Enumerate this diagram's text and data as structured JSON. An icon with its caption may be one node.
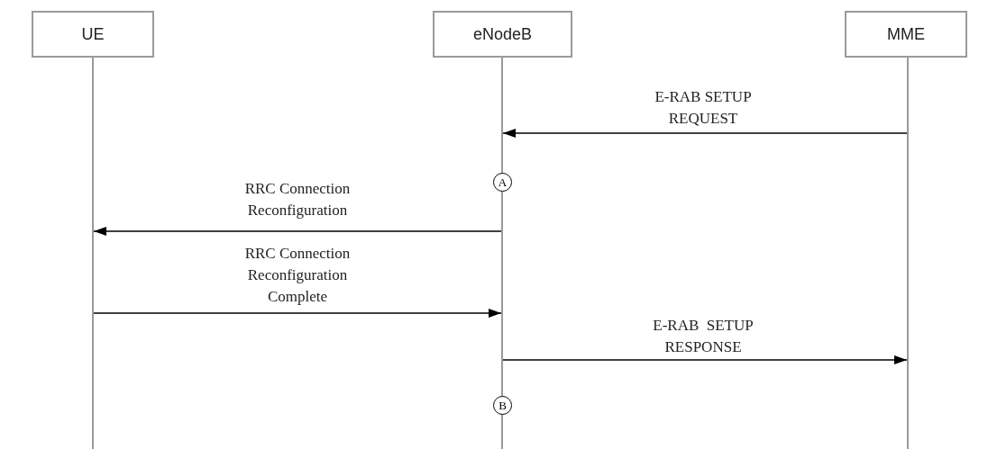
{
  "diagram": {
    "nodes": [
      {
        "text": [
          "UE"
        ]
      },
      {
        "text": [
          "eNodeB"
        ]
      },
      {
        "text": [
          "MME"
        ]
      },
      {
        "text": [],
        "shape": "bar"
      },
      {
        "text": [],
        "shape": "bar"
      },
      {
        "text": [],
        "shape": "bar"
      },
      {
        "text": [
          "A"
        ]
      },
      {
        "text": [
          "B"
        ]
      }
    ],
    "edges": [
      {
        "from": 5,
        "to": 4,
        "arrow": "to",
        "label": "E-RAB SETUP REQUEST"
      },
      {
        "from": 4,
        "to": 3,
        "arrow": "to",
        "label": "RRC Connection Reconfiguration"
      },
      {
        "from": 3,
        "to": 4,
        "arrow": "to",
        "label": "RRC Connection Reconfiguration Complete"
      },
      {
        "from": 4,
        "to": 5,
        "arrow": "to",
        "label": "E-RAB  SETUP RESPONSE"
      }
    ]
  }
}
